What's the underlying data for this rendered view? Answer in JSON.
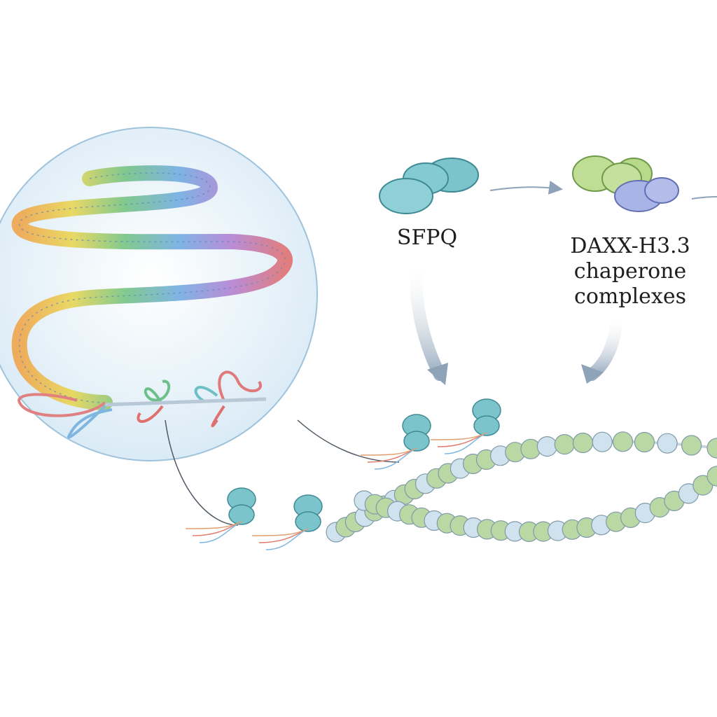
{
  "labels": {
    "sfpq": "SFPQ",
    "daxx_line1": "DAXX-H3.3",
    "daxx_line2": "chaperone",
    "daxx_line3": "complexes"
  },
  "colors": {
    "inset_fill": "#e6f1fa",
    "inset_stroke": "#9fc3dd",
    "sfpq_protein": "#7cc4cc",
    "daxx_protein": "#b6d98a",
    "h33_protein": "#a9b4e6",
    "arrow": "#a6b6c6",
    "bead_green": "#b9d8a4",
    "bead_blue": "#cfe2ee"
  },
  "icons": [
    "sfpq-protein-icon",
    "daxx-h33-complex-icon",
    "chromatin-fiber",
    "nucleosome-bead"
  ]
}
